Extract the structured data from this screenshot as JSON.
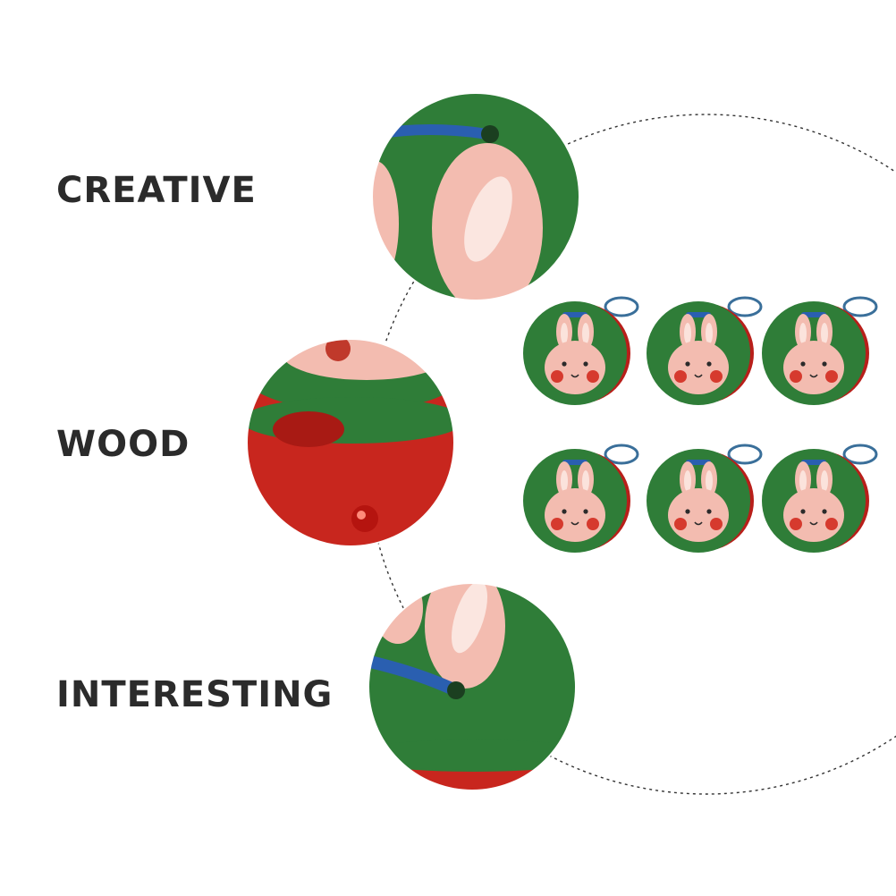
{
  "features": [
    {
      "label": "CREATIVE",
      "detail_icon": "rabbit-ear-closeup"
    },
    {
      "label": "WOOD",
      "detail_icon": "wood-side-closeup"
    },
    {
      "label": "INTERESTING",
      "detail_icon": "string-closeup"
    }
  ],
  "product": {
    "count": 6,
    "icon": "rabbit-castanet-icon"
  },
  "colors": {
    "green": "#2f7d38",
    "red": "#c8261e",
    "pink": "#f3bcb0",
    "string": "#2a5fb0",
    "text": "#2b2b2b"
  }
}
